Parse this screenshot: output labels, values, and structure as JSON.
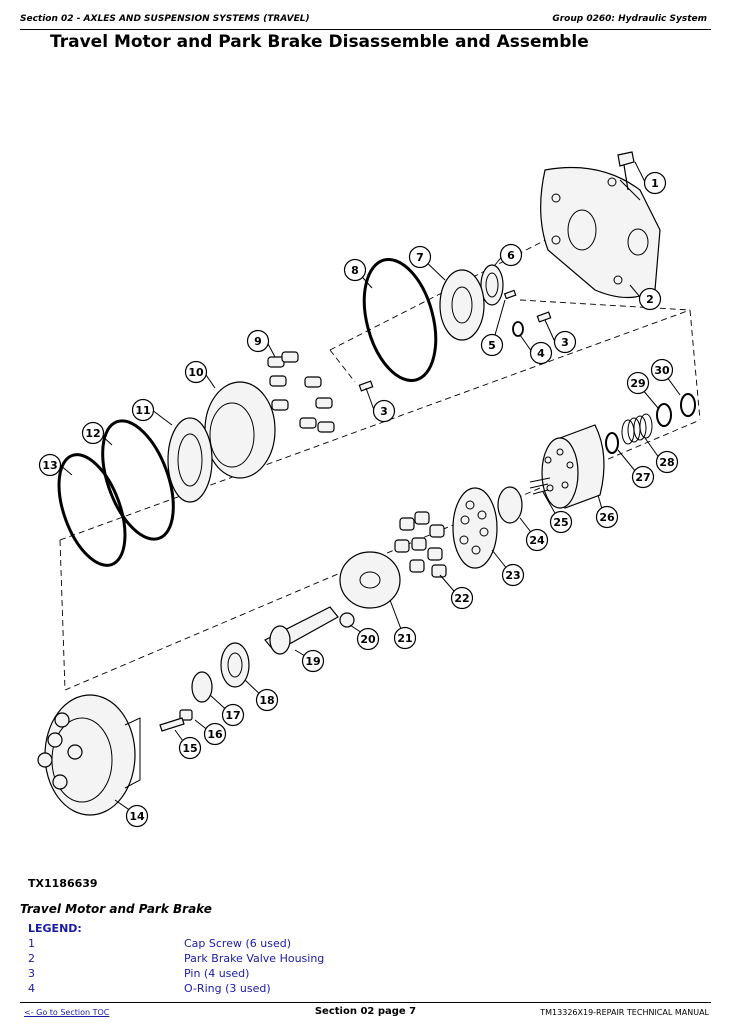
{
  "header": {
    "section": "Section 02 - AXLES AND SUSPENSION SYSTEMS (TRAVEL)",
    "group": "Group 0260: Hydraulic System"
  },
  "title": "Travel Motor and Park Brake Disassemble and Assemble",
  "figure": {
    "id": "TX1186639",
    "caption": "Travel Motor and Park Brake",
    "callouts": [
      "1",
      "2",
      "3",
      "4",
      "5",
      "6",
      "7",
      "8",
      "9",
      "10",
      "11",
      "12",
      "13",
      "14",
      "15",
      "16",
      "17",
      "18",
      "19",
      "20",
      "21",
      "22",
      "23",
      "24",
      "25",
      "26",
      "27",
      "28",
      "29",
      "30",
      "3"
    ]
  },
  "legend": {
    "title": "LEGEND:",
    "items": [
      {
        "num": "1",
        "desc": "Cap Screw (6 used)"
      },
      {
        "num": "2",
        "desc": "Park Brake Valve Housing"
      },
      {
        "num": "3",
        "desc": "Pin (4 used)"
      },
      {
        "num": "4",
        "desc": "O-Ring (3 used)"
      }
    ]
  },
  "footer": {
    "toc_link": "<- Go to Section TOC",
    "page": "Section 02 page 7",
    "manual": "TM13326X19-REPAIR TECHNICAL MANUAL"
  }
}
